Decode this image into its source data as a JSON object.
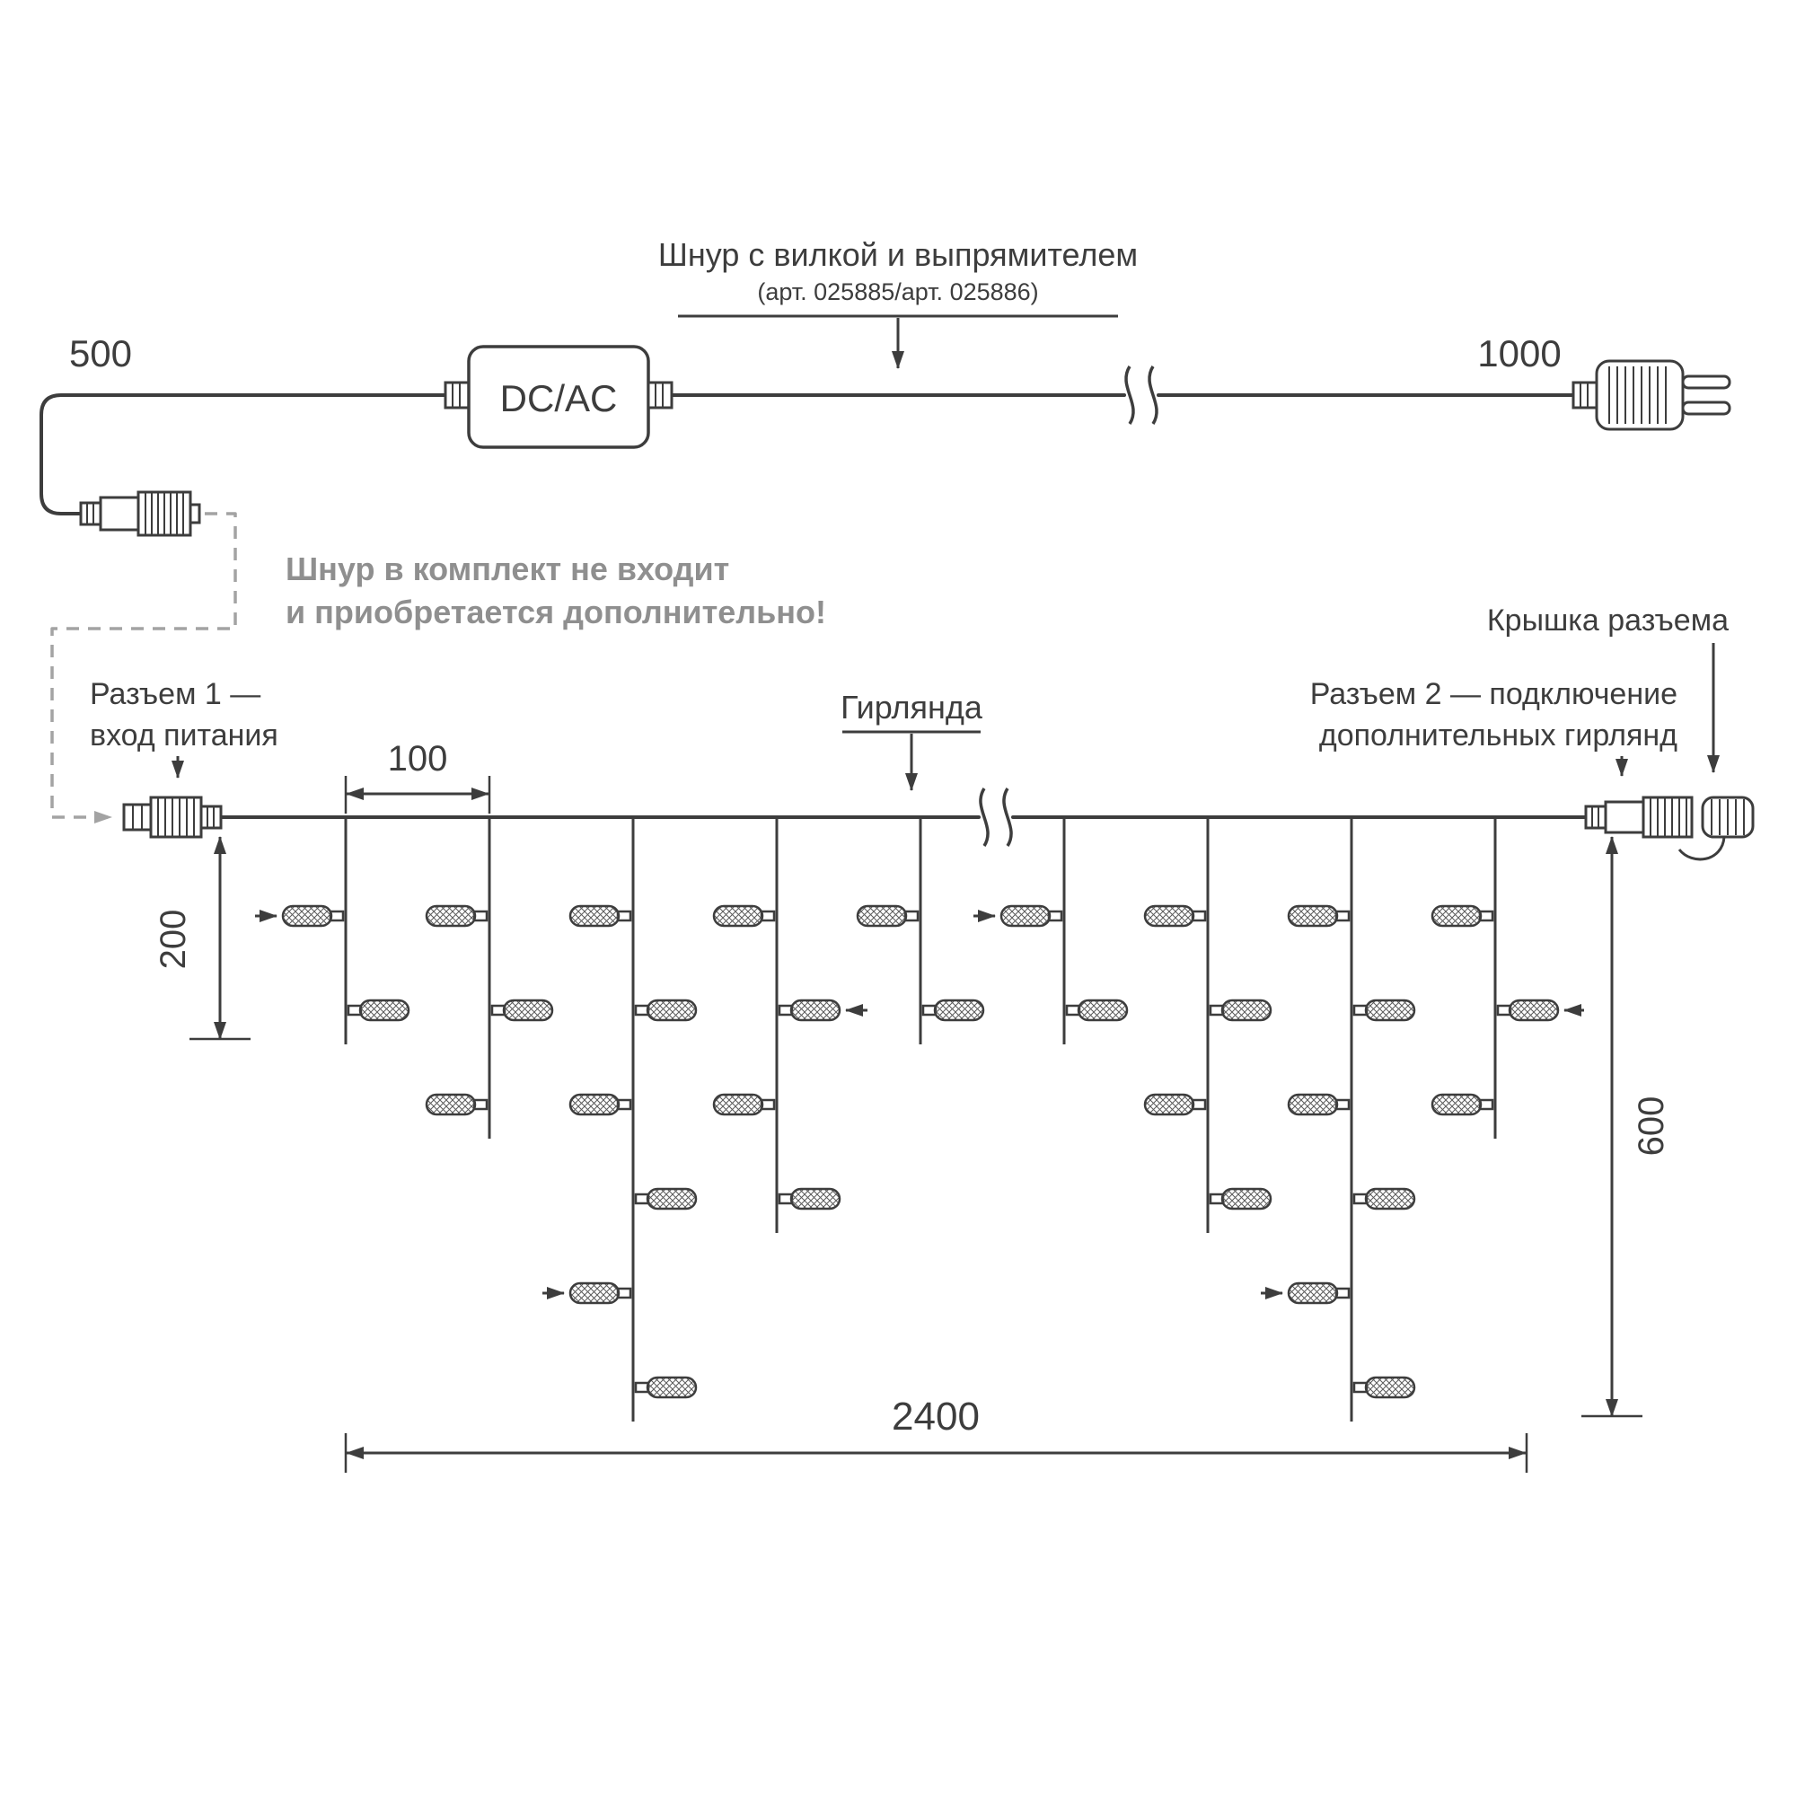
{
  "cord_section": {
    "title": "Шнур с вилкой и выпрямителем",
    "subtitle": "(арт. 025885/арт. 025886)",
    "converter_label": "DC/AC",
    "dim_left_cord": "500",
    "dim_right_cord": "1000",
    "note_line1": "Шнур в комплект не входит",
    "note_line2": "и приобретается дополнительно!"
  },
  "garland_section": {
    "garland_label": "Гирлянда",
    "connector1_label_line1": "Разъем 1 —",
    "connector1_label_line2": "вход питания",
    "connector2_label_line1": "Разъем 2 — подключение",
    "connector2_label_line2": "дополнительных гирлянд",
    "cap_label": "Крышка разъема",
    "dim_bulb_spacing": "100",
    "dim_first_drop": "200",
    "dim_long_drop": "600",
    "dim_total_length": "2400"
  },
  "colors": {
    "line": "#3d3d3d",
    "note_text": "#8f8f8f",
    "dashed_line": "#a3a3a3"
  }
}
